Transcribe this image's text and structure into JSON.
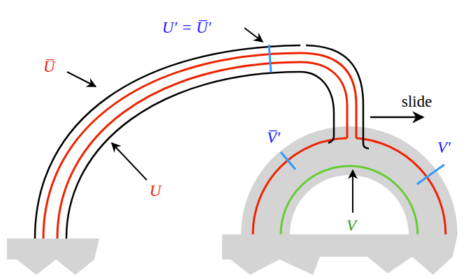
{
  "diagram": {
    "labels": [
      "U′ = U̅′",
      "U̅",
      "U",
      "V̅′",
      "V′",
      "V",
      "slide"
    ]
  }
}
